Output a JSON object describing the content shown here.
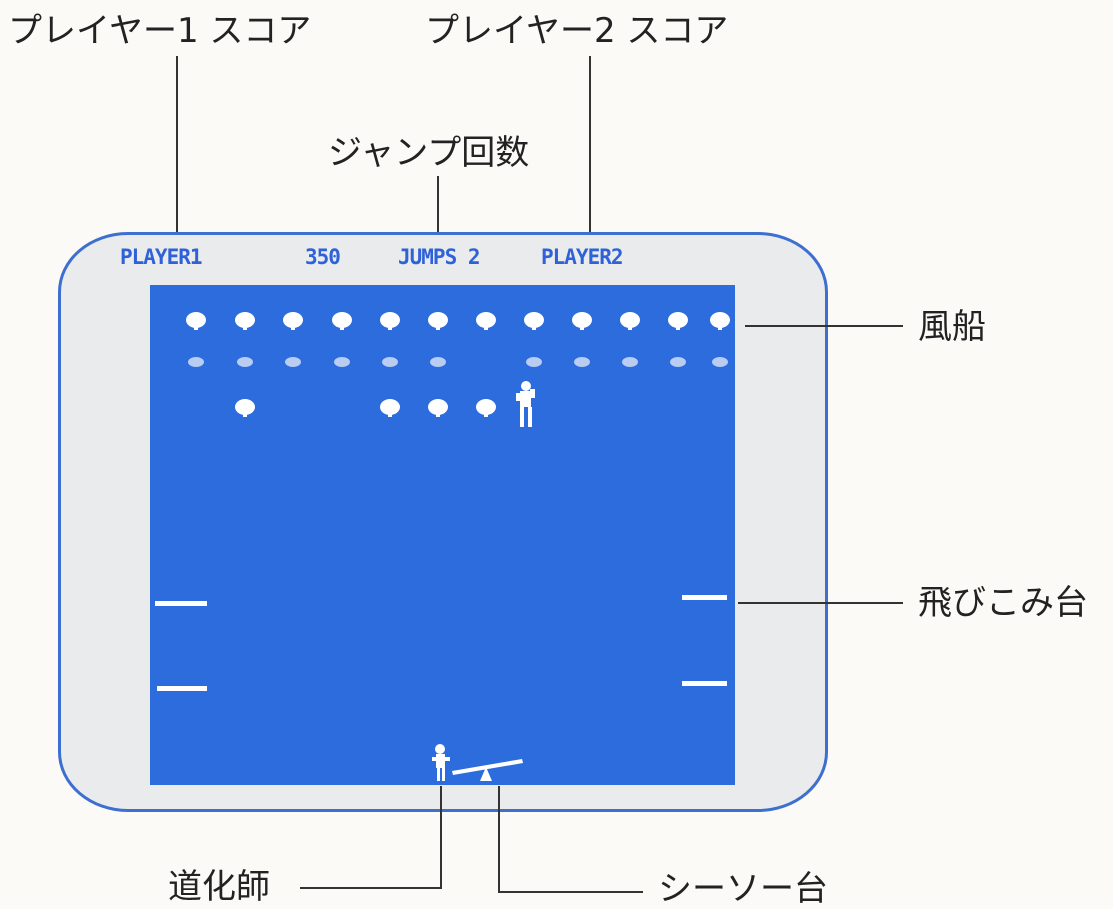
{
  "callouts": {
    "player1_score": "プレイヤー1 スコア",
    "player2_score": "プレイヤー2 スコア",
    "jump_count": "ジャンプ回数",
    "balloons": "風船",
    "diving_boards": "飛びこみ台",
    "clown": "道化師",
    "seesaw": "シーソー台"
  },
  "hud": {
    "player1": "PLAYER1",
    "score": "350",
    "jumps": "JUMPS 2",
    "player2": "PLAYER2"
  },
  "colors": {
    "screen": "#2c6cdc",
    "hud_text": "#2f62d8",
    "sprites": "#ffffff"
  }
}
